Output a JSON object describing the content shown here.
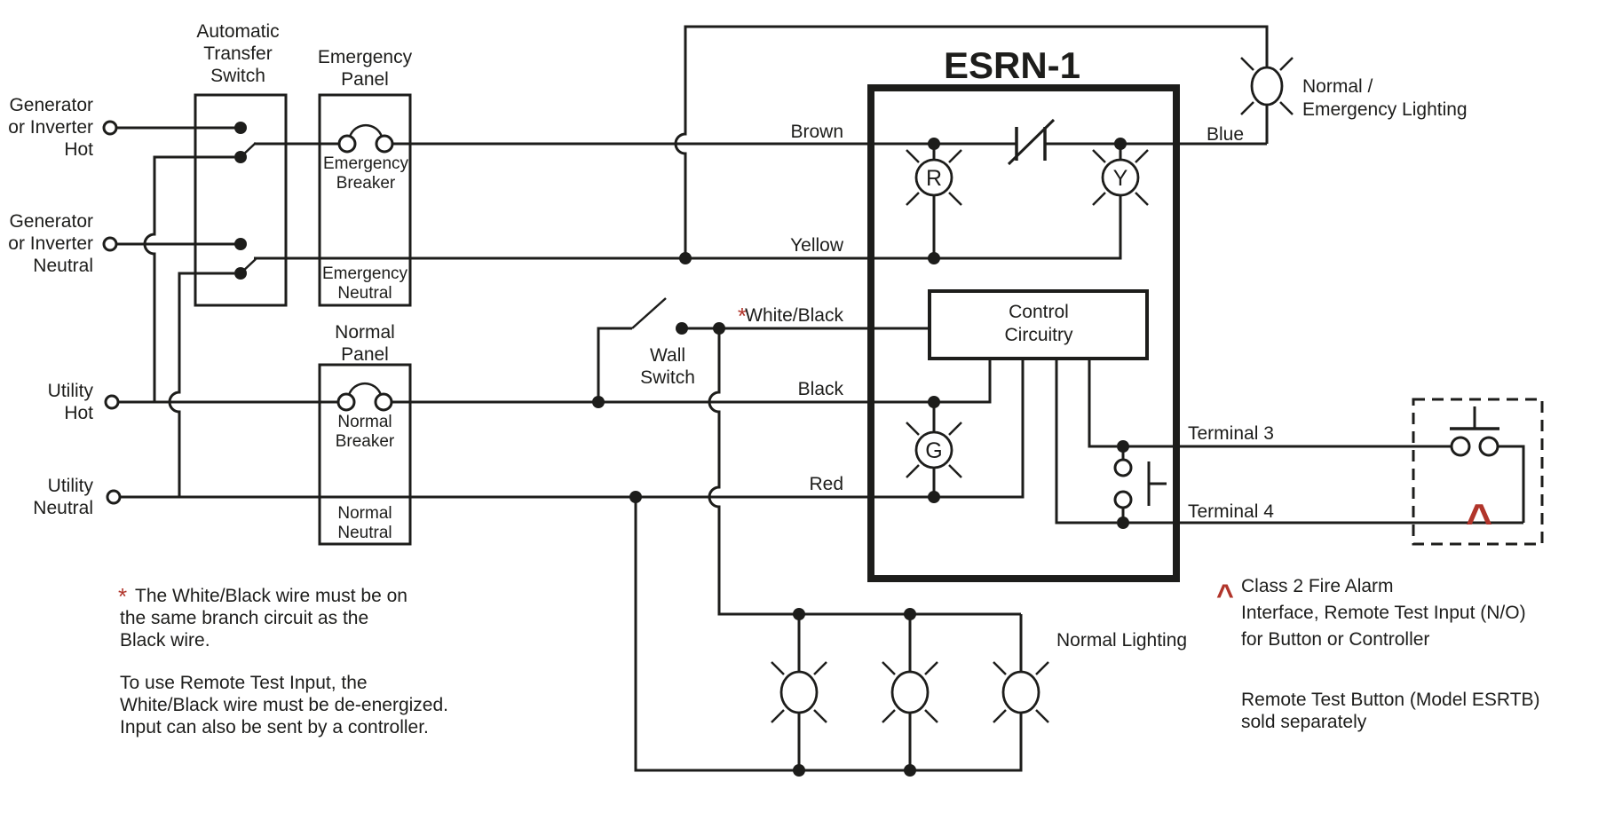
{
  "colors": {
    "ink": "#1d1d1b",
    "accent_red": "#b1352b"
  },
  "left_labels": {
    "generator_hot": [
      "Generator",
      "or Inverter",
      "Hot"
    ],
    "generator_neutral": [
      "Generator",
      "or Inverter",
      "Neutral"
    ],
    "utility_hot": [
      "Utility",
      "Hot"
    ],
    "utility_neutral": [
      "Utility",
      "Neutral"
    ]
  },
  "ats": {
    "title": [
      "Automatic",
      "Transfer",
      "Switch"
    ]
  },
  "emergency_panel": {
    "title": [
      "Emergency",
      "Panel"
    ],
    "breaker": [
      "Emergency",
      "Breaker"
    ],
    "neutral": [
      "Emergency",
      "Neutral"
    ]
  },
  "normal_panel": {
    "title": [
      "Normal",
      "Panel"
    ],
    "breaker": [
      "Normal",
      "Breaker"
    ],
    "neutral": [
      "Normal",
      "Neutral"
    ]
  },
  "wall_switch": {
    "label": [
      "Wall",
      "Switch"
    ]
  },
  "wires": {
    "brown": "Brown",
    "yellow": "Yellow",
    "white_black_star": "*",
    "white_black": "White/Black",
    "black": "Black",
    "red": "Red",
    "blue": "Blue"
  },
  "esrn": {
    "title": "ESRN-1",
    "lamp_red": "R",
    "lamp_yellow": "Y",
    "lamp_green": "G",
    "control": [
      "Control",
      "Circuitry"
    ],
    "terminal_3": "Terminal 3",
    "terminal_4": "Terminal 4"
  },
  "lighting": {
    "normal_emergency": [
      "Normal /",
      "Emergency Lighting"
    ],
    "normal": "Normal Lighting"
  },
  "notes": {
    "star": "*",
    "note1": [
      "The White/Black wire must be on",
      "the same branch circuit as the",
      "Black wire."
    ],
    "note2": [
      "To use Remote Test Input, the",
      "White/Black wire must be de-energized.",
      "Input can also be sent by a controller."
    ]
  },
  "fire_alarm": {
    "caret": "^",
    "lines": [
      "Class 2 Fire Alarm",
      "Interface, Remote Test Input (N/O)",
      "for Button or Controller"
    ]
  },
  "remote_test": {
    "lines": [
      "Remote Test Button (Model ESRTB)",
      "sold separately"
    ]
  }
}
